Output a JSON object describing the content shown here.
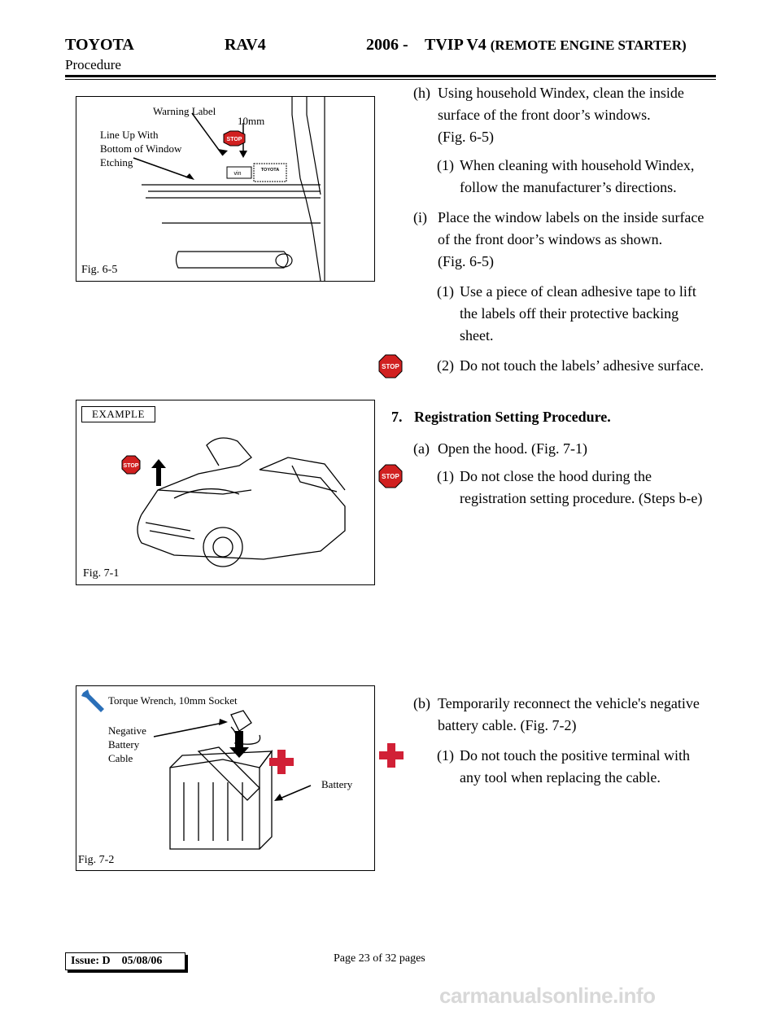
{
  "header": {
    "make": "TOYOTA",
    "model": "RAV4",
    "year": "2006 -",
    "product": "TVIP V4",
    "product_sub": "(REMOTE ENGINE STARTER)",
    "section": "Procedure"
  },
  "fig65": {
    "caption": "Fig. 6-5",
    "warning_label": "Warning Label",
    "distance": "10mm",
    "line_up": [
      "Line Up With",
      "Bottom of Window",
      "Etching"
    ],
    "tag_vin": "vin",
    "tag_brand": "TOYOTA",
    "stop": "STOP"
  },
  "fig71": {
    "caption": "Fig. 7-1",
    "example": "EXAMPLE",
    "stop": "STOP"
  },
  "fig72": {
    "caption": "Fig. 7-2",
    "tool": "Torque Wrench, 10mm Socket",
    "cable": [
      "Negative",
      "Battery",
      "Cable"
    ],
    "battery": "Battery"
  },
  "steps": {
    "h": {
      "num": "(h)",
      "lines": [
        "Using household Windex, clean the inside",
        "surface of the front door’s windows.",
        "(Fig. 6-5)"
      ]
    },
    "h1": {
      "num": "(1)",
      "lines": [
        "When cleaning with household Windex,",
        "follow the manufacturer’s directions."
      ]
    },
    "i": {
      "num": "(i)",
      "lines": [
        "Place the window labels on the inside surface",
        "of the front door’s windows as shown.",
        "(Fig. 6-5)"
      ]
    },
    "i1": {
      "num": "(1)",
      "lines": [
        "Use a piece of clean adhesive tape to lift",
        "the labels off their protective backing",
        "sheet."
      ]
    },
    "i2": {
      "num": "(2)",
      "lines": [
        "Do not touch the labels’ adhesive surface."
      ]
    },
    "s7": {
      "num": "7.",
      "title": "Registration Setting Procedure."
    },
    "a": {
      "num": "(a)",
      "lines": [
        "Open the hood. (Fig. 7-1)"
      ]
    },
    "a1": {
      "num": "(1)",
      "lines": [
        "Do not close the hood during the",
        "registration setting procedure. (Steps b-e)"
      ]
    },
    "b": {
      "num": "(b)",
      "lines": [
        "Temporarily reconnect the vehicle's negative",
        "battery cable. (Fig. 7-2)"
      ]
    },
    "b1": {
      "num": "(1)",
      "lines": [
        "Do not touch the positive terminal with",
        "any tool when replacing the cable."
      ]
    }
  },
  "icons": {
    "stop_text": "STOP"
  },
  "footer": {
    "issue": "Issue: D    05/08/06",
    "page": "Page 23 of 32 pages",
    "watermark": "carmanualsonline.info"
  }
}
